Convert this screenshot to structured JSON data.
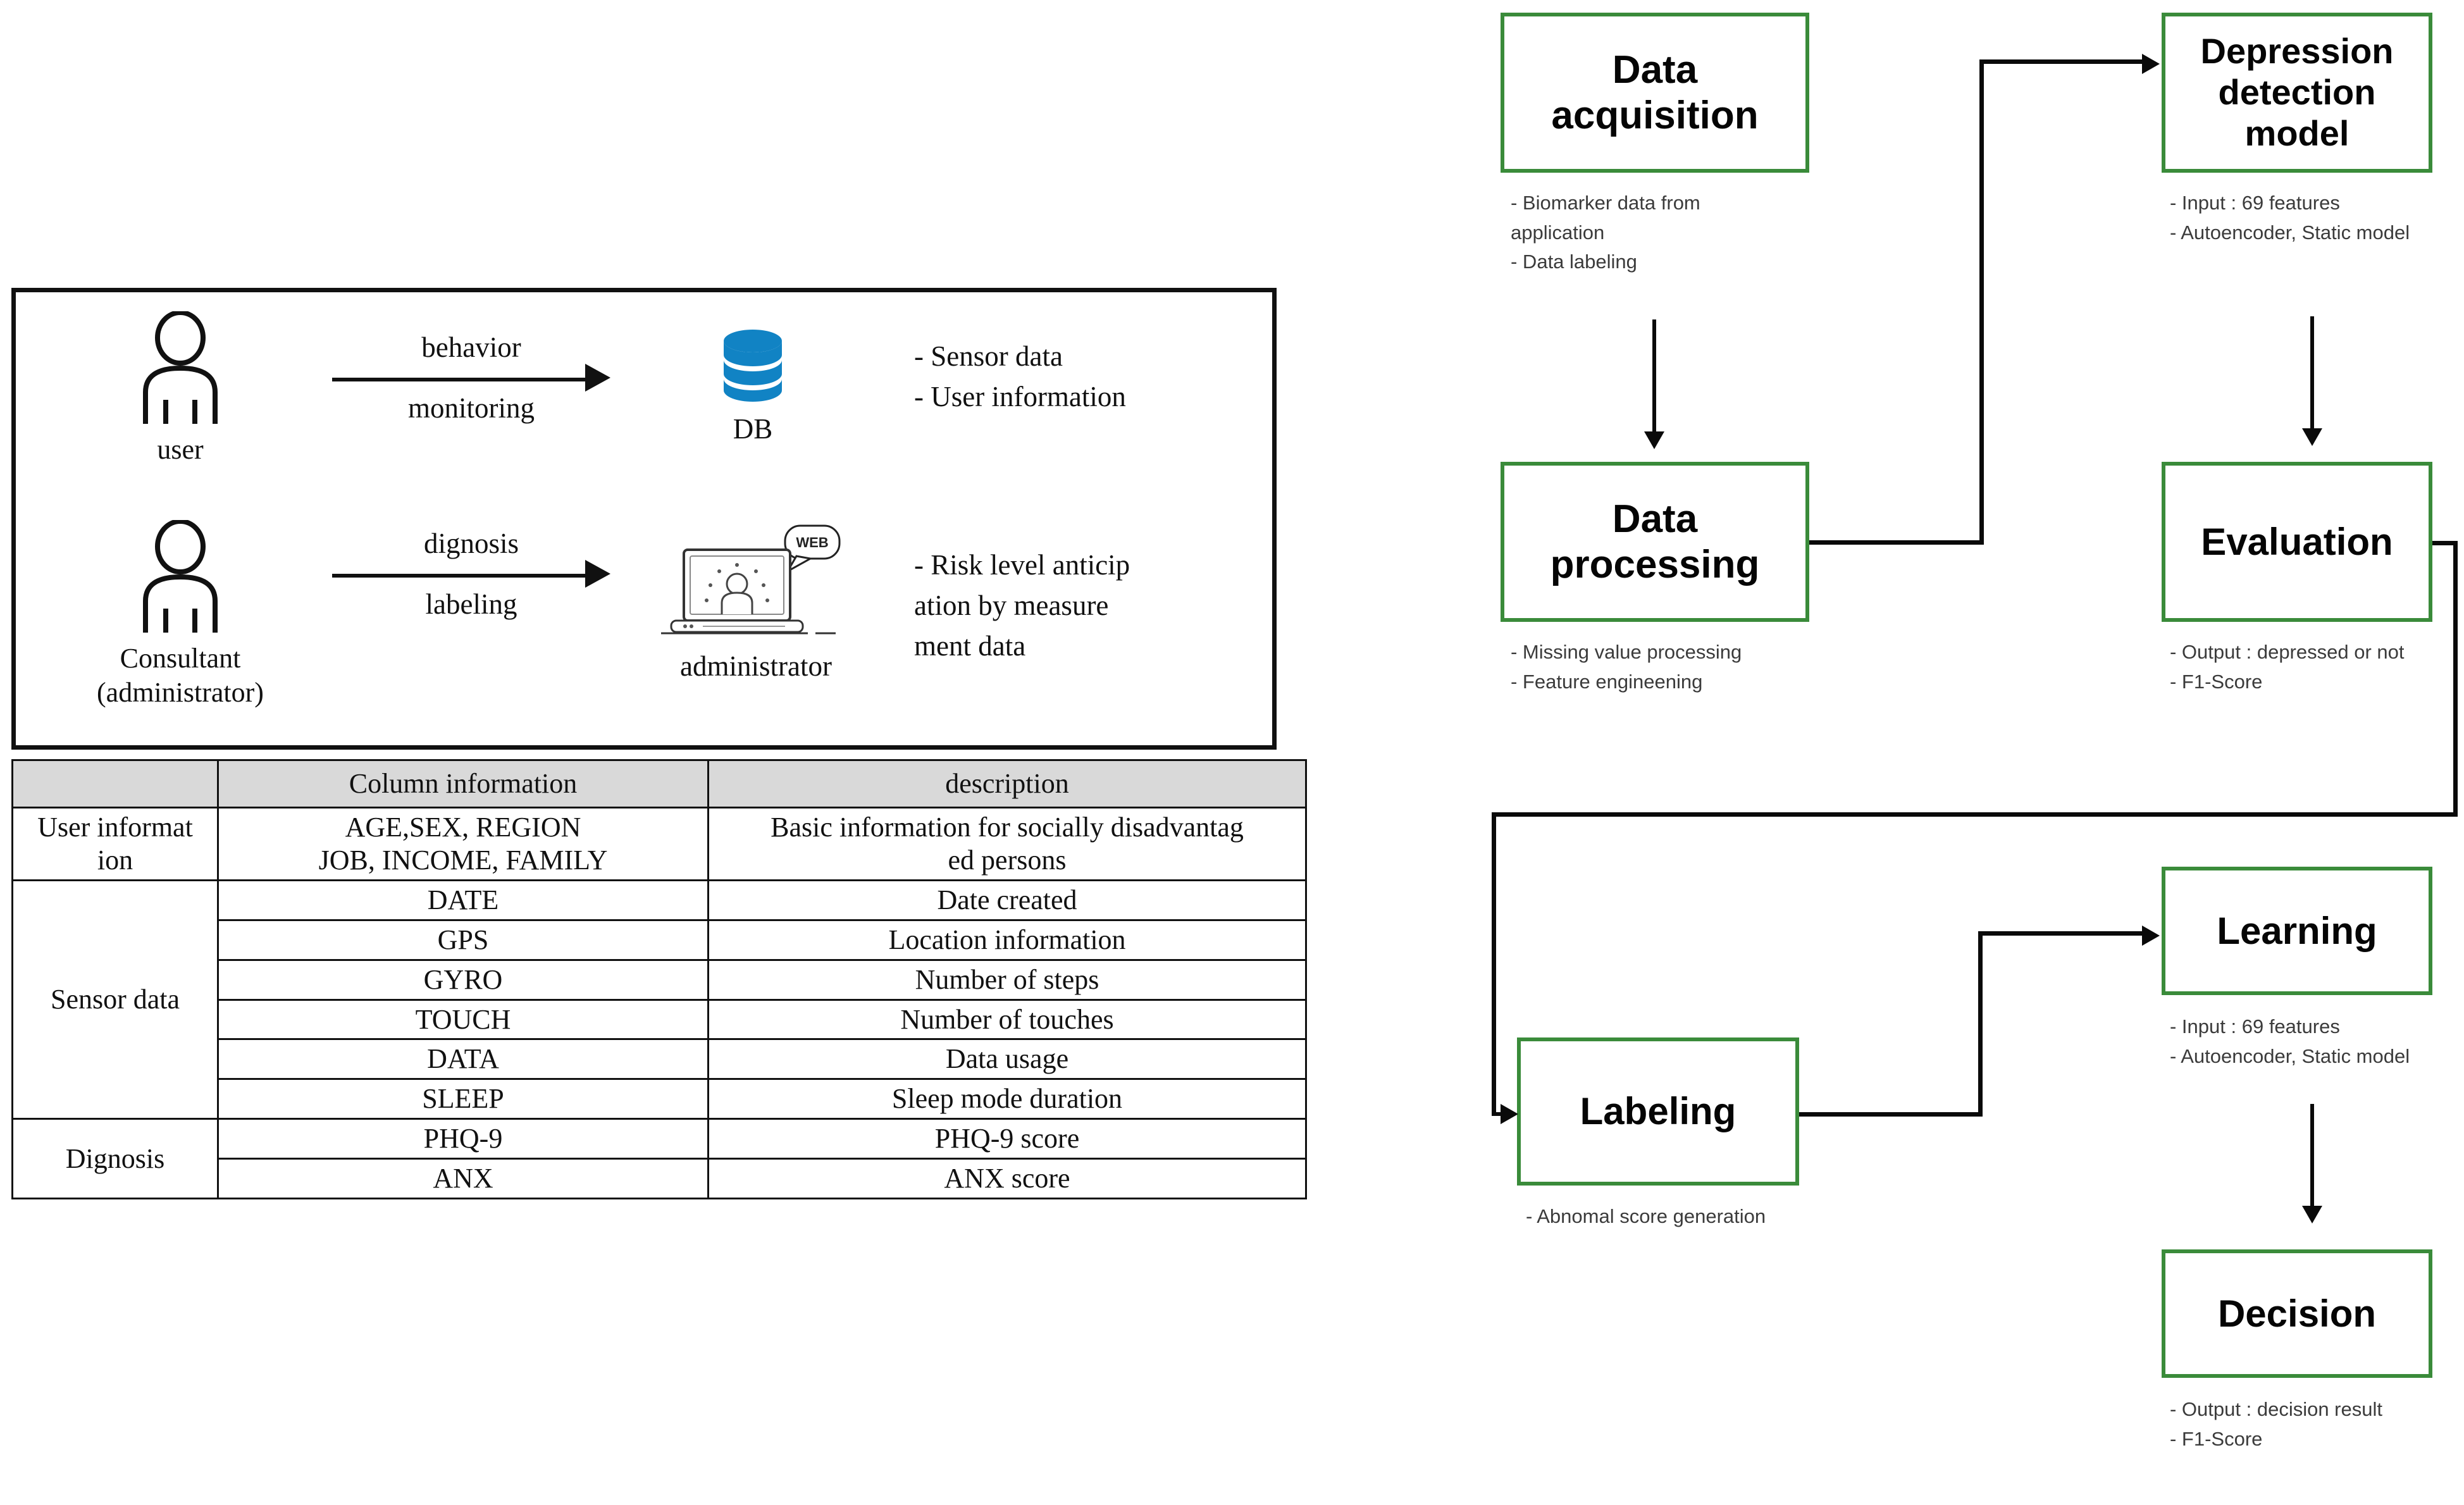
{
  "left_panel": {
    "actors": [
      {
        "id": "user",
        "icon": "person-icon",
        "label": "user"
      },
      {
        "id": "consultant",
        "icon": "person-icon",
        "label": "Consultant\n(administrator)"
      }
    ],
    "flows": [
      {
        "id": "flow-monitoring",
        "top_label": "behavior",
        "bottom_label": "monitoring"
      },
      {
        "id": "flow-diagnosis",
        "top_label": "dignosis",
        "bottom_label": "labeling"
      }
    ],
    "targets": [
      {
        "id": "db",
        "icon": "database-icon",
        "caption": "DB",
        "color": "#1183c4"
      },
      {
        "id": "administrator",
        "icon": "laptop-web-icon",
        "caption": "administrator",
        "badge": "WEB"
      }
    ],
    "notes": [
      {
        "id": "db-notes",
        "text": "- Sensor data\n- User information"
      },
      {
        "id": "admin-notes",
        "text": "- Risk level anticip\nation by measure\nment data"
      }
    ]
  },
  "table": {
    "headers": [
      "",
      "Column information",
      "description"
    ],
    "rows": [
      {
        "group": "User informat\nion",
        "group_rowspan": 1,
        "column": "AGE,SEX, REGION\nJOB, INCOME, FAMILY",
        "description": "Basic information for socially disadvantag\ned persons"
      },
      {
        "group": "Sensor data",
        "group_rowspan": 6,
        "column": "DATE",
        "description": "Date created"
      },
      {
        "group": null,
        "column": "GPS",
        "description": "Location information"
      },
      {
        "group": null,
        "column": "GYRO",
        "description": "Number of steps"
      },
      {
        "group": null,
        "column": "TOUCH",
        "description": "Number of touches"
      },
      {
        "group": null,
        "column": "DATA",
        "description": "Data usage"
      },
      {
        "group": null,
        "column": "SLEEP",
        "description": "Sleep mode duration"
      },
      {
        "group": "Dignosis",
        "group_rowspan": 2,
        "column": "PHQ-9",
        "description": "PHQ-9 score"
      },
      {
        "group": null,
        "column": "ANX",
        "description": "ANX score"
      }
    ],
    "header_bg": "#d9d9d9"
  },
  "flowchart": {
    "box_border_color": "#3a8b3a",
    "boxes": [
      {
        "id": "data-acquisition",
        "label": "Data\nacquisition",
        "notes": "- Biomarker data from\napplication\n- Data labeling"
      },
      {
        "id": "depression-detection-model",
        "label": "Depression\ndetection\nmodel",
        "notes": "- Input : 69 features\n- Autoencoder, Static model"
      },
      {
        "id": "data-processing",
        "label": "Data\nprocessing",
        "notes": "- Missing value processing\n- Feature engineening"
      },
      {
        "id": "evaluation",
        "label": "Evaluation",
        "notes": "- Output : depressed or not\n- F1-Score"
      },
      {
        "id": "learning",
        "label": "Learning",
        "notes": "- Input : 69 features\n- Autoencoder, Static model"
      },
      {
        "id": "labeling",
        "label": "Labeling",
        "notes": "- Abnomal score generation"
      },
      {
        "id": "decision",
        "label": "Decision",
        "notes": "- Output : decision result\n- F1-Score"
      }
    ],
    "edges": [
      {
        "from": "data-acquisition",
        "to": "data-processing"
      },
      {
        "from": "data-processing",
        "to": "depression-detection-model"
      },
      {
        "from": "depression-detection-model",
        "to": "evaluation"
      },
      {
        "from": "evaluation",
        "to": "labeling"
      },
      {
        "from": "labeling",
        "to": "learning"
      },
      {
        "from": "learning",
        "to": "decision"
      }
    ]
  }
}
